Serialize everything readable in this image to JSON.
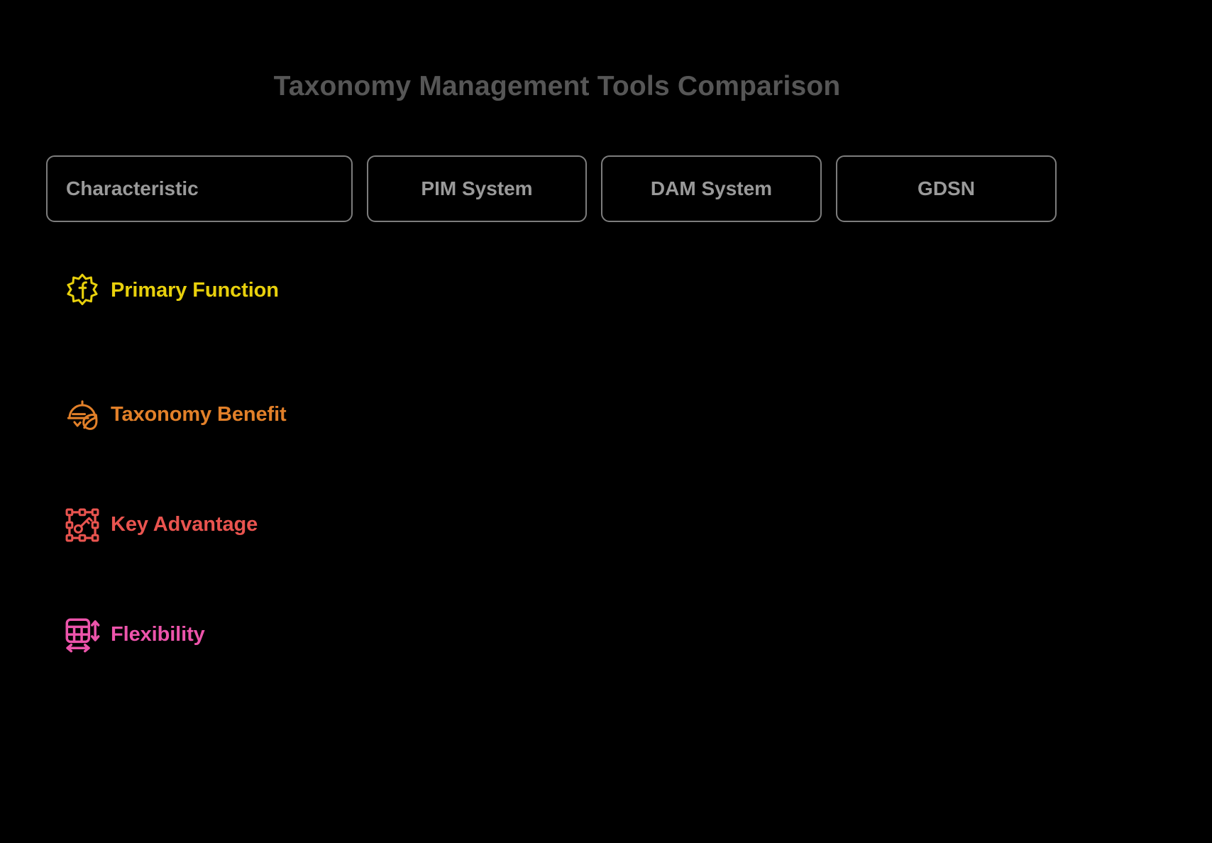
{
  "title": "Taxonomy Management Tools Comparison",
  "theme": {
    "background": "#000000",
    "title_color": "#565656",
    "header_border": "#7d7d7d",
    "header_text": "#9a9a9a"
  },
  "table": {
    "columns": [
      {
        "id": "characteristic",
        "label": "Characteristic",
        "align": "left"
      },
      {
        "id": "pim",
        "label": "PIM System",
        "align": "center"
      },
      {
        "id": "dam",
        "label": "DAM System",
        "align": "center"
      },
      {
        "id": "gdsn",
        "label": "GDSN",
        "align": "center"
      }
    ],
    "rows": [
      {
        "label": "Primary Function",
        "color": "#e8d00c",
        "icon": "gear-f-icon",
        "cells": {
          "pim": "",
          "dam": "",
          "gdsn": ""
        }
      },
      {
        "label": "Taxonomy Benefit",
        "color": "#e28029",
        "icon": "cloche-leaf-icon",
        "cells": {
          "pim": "",
          "dam": "",
          "gdsn": ""
        }
      },
      {
        "label": "Key Advantage",
        "color": "#e9544f",
        "icon": "key-frame-icon",
        "cells": {
          "pim": "",
          "dam": "",
          "gdsn": ""
        }
      },
      {
        "label": "Flexibility",
        "color": "#ed54ab",
        "icon": "grid-resize-icon",
        "cells": {
          "pim": "",
          "dam": "",
          "gdsn": ""
        }
      }
    ]
  }
}
